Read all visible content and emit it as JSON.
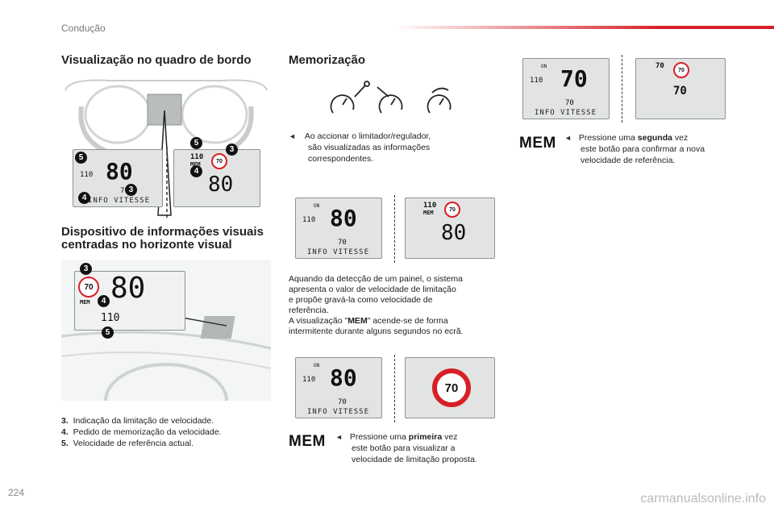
{
  "header": {
    "section": "Condução"
  },
  "left": {
    "heading1": "Visualização no quadro de bordo",
    "heading2_line1": "Dispositivo de informações visuais",
    "heading2_line2": "centradas no horizonte visual",
    "display1": {
      "big": "80",
      "small": "110",
      "small2": "70",
      "info": "INFO VITESSE"
    },
    "display2": {
      "small": "110",
      "mem": "MEM",
      "sign": "70",
      "big": "80"
    },
    "hud": {
      "sign": "70",
      "big": "80",
      "mem": "MEM",
      "small": "110"
    },
    "callouts": [
      "5",
      "3",
      "4",
      "5",
      "3",
      "4",
      "3",
      "4",
      "5"
    ],
    "legend": [
      {
        "num": "3.",
        "text": "Indicação da limitação de velocidade."
      },
      {
        "num": "4.",
        "text": "Pedido de memorização da velocidade."
      },
      {
        "num": "5.",
        "text": "Velocidade de referência actual."
      }
    ]
  },
  "middle": {
    "heading": "Memorização",
    "intro_line1": "Ao accionar o limitador/regulador,",
    "intro_line2": "são visualizadas as informações",
    "intro_line3": "correspondentes.",
    "row1": {
      "lcd": {
        "on": "ON",
        "small": "110",
        "big": "80",
        "small2": "70",
        "info": "INFO VITESSE"
      },
      "right": {
        "small": "110",
        "mem": "MEM",
        "sign": "70",
        "big": "80"
      }
    },
    "para_lines": [
      "Aquando da detecção de um painel, o sistema",
      "apresenta o valor de velocidade de limitação",
      "e propõe gravá-la como velocidade de",
      "referência.",
      "A visualização \"",
      "MEM",
      "\" acende-se de forma",
      "intermitente durante alguns segundos no ecrã."
    ],
    "row2": {
      "lcd": {
        "on": "ON",
        "small": "110",
        "big": "80",
        "small2": "70",
        "info": "INFO VITESSE"
      },
      "sign": "70"
    },
    "mem_label": "MEM",
    "press1": {
      "prefix": "Pressione uma ",
      "bold": "primeira",
      "suffix": " vez",
      "line2": "este botão para visualizar a",
      "line3": "velocidade de limitação proposta."
    }
  },
  "right": {
    "lcd": {
      "on": "ON",
      "small": "110",
      "big": "70",
      "small2": "70",
      "info": "INFO VITESSE"
    },
    "panel": {
      "small": "70",
      "sign": "70",
      "big": "70"
    },
    "mem_label": "MEM",
    "press2": {
      "prefix": "Pressione uma ",
      "bold": "segunda",
      "suffix": " vez",
      "line2": "este botão para confirmar a nova",
      "line3": "velocidade de referência."
    }
  },
  "footer": {
    "page": "224",
    "watermark": "carmanualsonline.info"
  }
}
